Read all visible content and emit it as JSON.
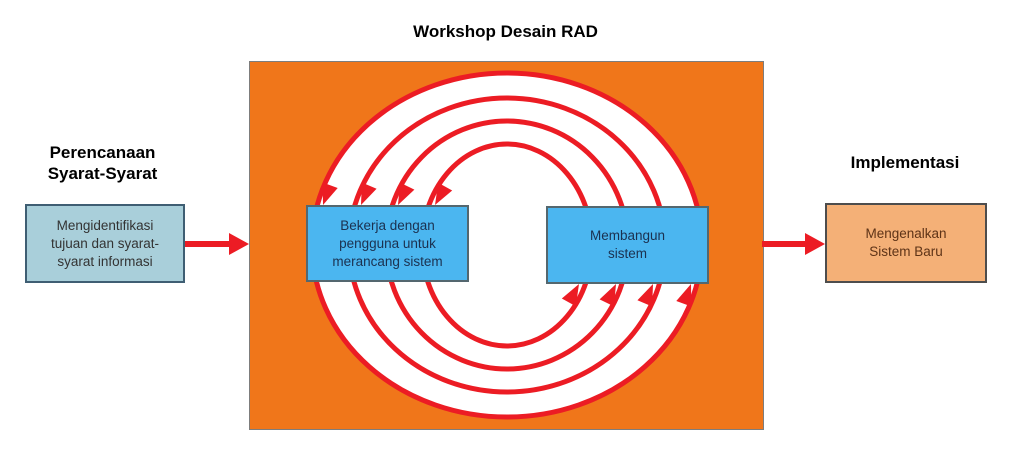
{
  "diagram": {
    "title": "Workshop Desain RAD",
    "left_phase": {
      "label": "Perencanaan\nSyarat-Syarat",
      "box": "Mengidentifikasi\ntujuan dan syarat-\nsyarat informasi"
    },
    "workshop": {
      "design_box": "Bekerja dengan\npengguna untuk\nmerancang sistem",
      "build_box": "Membangun\nsistem"
    },
    "right_phase": {
      "label": "Implementasi",
      "box": "Mengenalkan\nSistem Baru"
    },
    "colors": {
      "panel_orange": "#f0761a",
      "arrow_red": "#ec1c24",
      "process_blue": "#4bb6f0",
      "identify_fill": "#a9cfda",
      "introduce_fill": "#f4b077",
      "loop_fill": "#ffffff"
    }
  }
}
